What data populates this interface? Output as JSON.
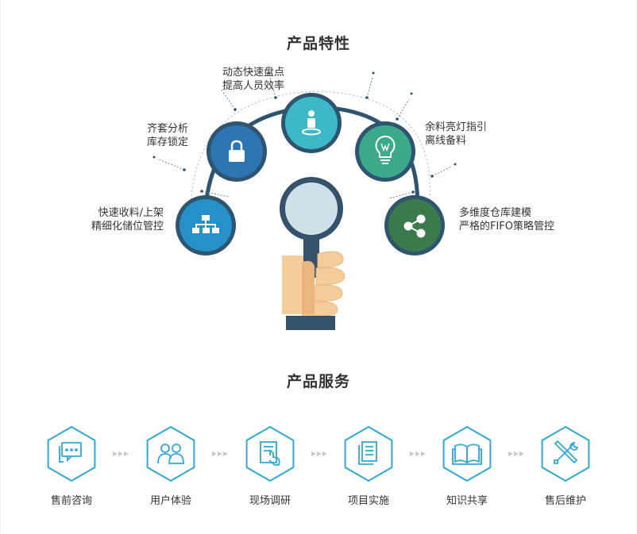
{
  "sections": {
    "features_title": "产品特性",
    "services_title": "产品服务"
  },
  "features": [
    {
      "icon": "sitemap-icon",
      "color": "#2691c9",
      "line1": "快速收料/上架",
      "line2": "精细化储位管控"
    },
    {
      "icon": "lock-icon",
      "color": "#2d74b3",
      "line1": "齐套分析",
      "line2": "库存锁定"
    },
    {
      "icon": "person-pin-icon",
      "color": "#3db8c6",
      "line1": "动态快速盘点",
      "line2": "提高人员效率"
    },
    {
      "icon": "lightbulb-icon",
      "color": "#3ca98a",
      "line1": "余料亮灯指引",
      "line2": "离线备料"
    },
    {
      "icon": "share-icon",
      "color": "#3b7a4a",
      "line1": "多维度仓库建模",
      "line2": "严格的FIFO策略管控"
    }
  ],
  "services": [
    {
      "icon": "chat-icon",
      "label": "售前咨询"
    },
    {
      "icon": "users-icon",
      "label": "用户体验"
    },
    {
      "icon": "touch-document-icon",
      "label": "现场调研"
    },
    {
      "icon": "documents-icon",
      "label": "项目实施"
    },
    {
      "icon": "book-icon",
      "label": "知识共享"
    },
    {
      "icon": "tools-icon",
      "label": "售后维护"
    }
  ],
  "colors": {
    "arc": "#2e5470",
    "hexagon": "#31a9d4",
    "arrow": "#c9c9c9",
    "handle": "#34526a",
    "lens": "#cfe0e8",
    "skin": "#f6cc9b",
    "skin_shade": "#e8b67e"
  }
}
